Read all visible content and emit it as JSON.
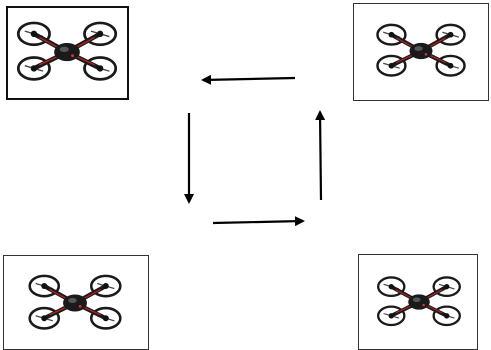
{
  "diagram": {
    "nodes": [
      {
        "id": "top-left",
        "image": "quadcopter-drone-image"
      },
      {
        "id": "top-right",
        "image": "quadcopter-drone-image"
      },
      {
        "id": "bottom-left",
        "image": "quadcopter-drone-image"
      },
      {
        "id": "bottom-right",
        "image": "quadcopter-drone-image"
      }
    ],
    "edges": [
      {
        "from": "top-right",
        "to": "top-left",
        "direction": "left"
      },
      {
        "from": "top-left",
        "to": "bottom-left",
        "direction": "down"
      },
      {
        "from": "bottom-left",
        "to": "bottom-right",
        "direction": "right"
      },
      {
        "from": "bottom-right",
        "to": "top-right",
        "direction": "up"
      }
    ],
    "colors": {
      "arrow": "#000000",
      "frame": "#111111",
      "drone_body": "#1a1a1a",
      "drone_accent": "#b22222"
    }
  }
}
